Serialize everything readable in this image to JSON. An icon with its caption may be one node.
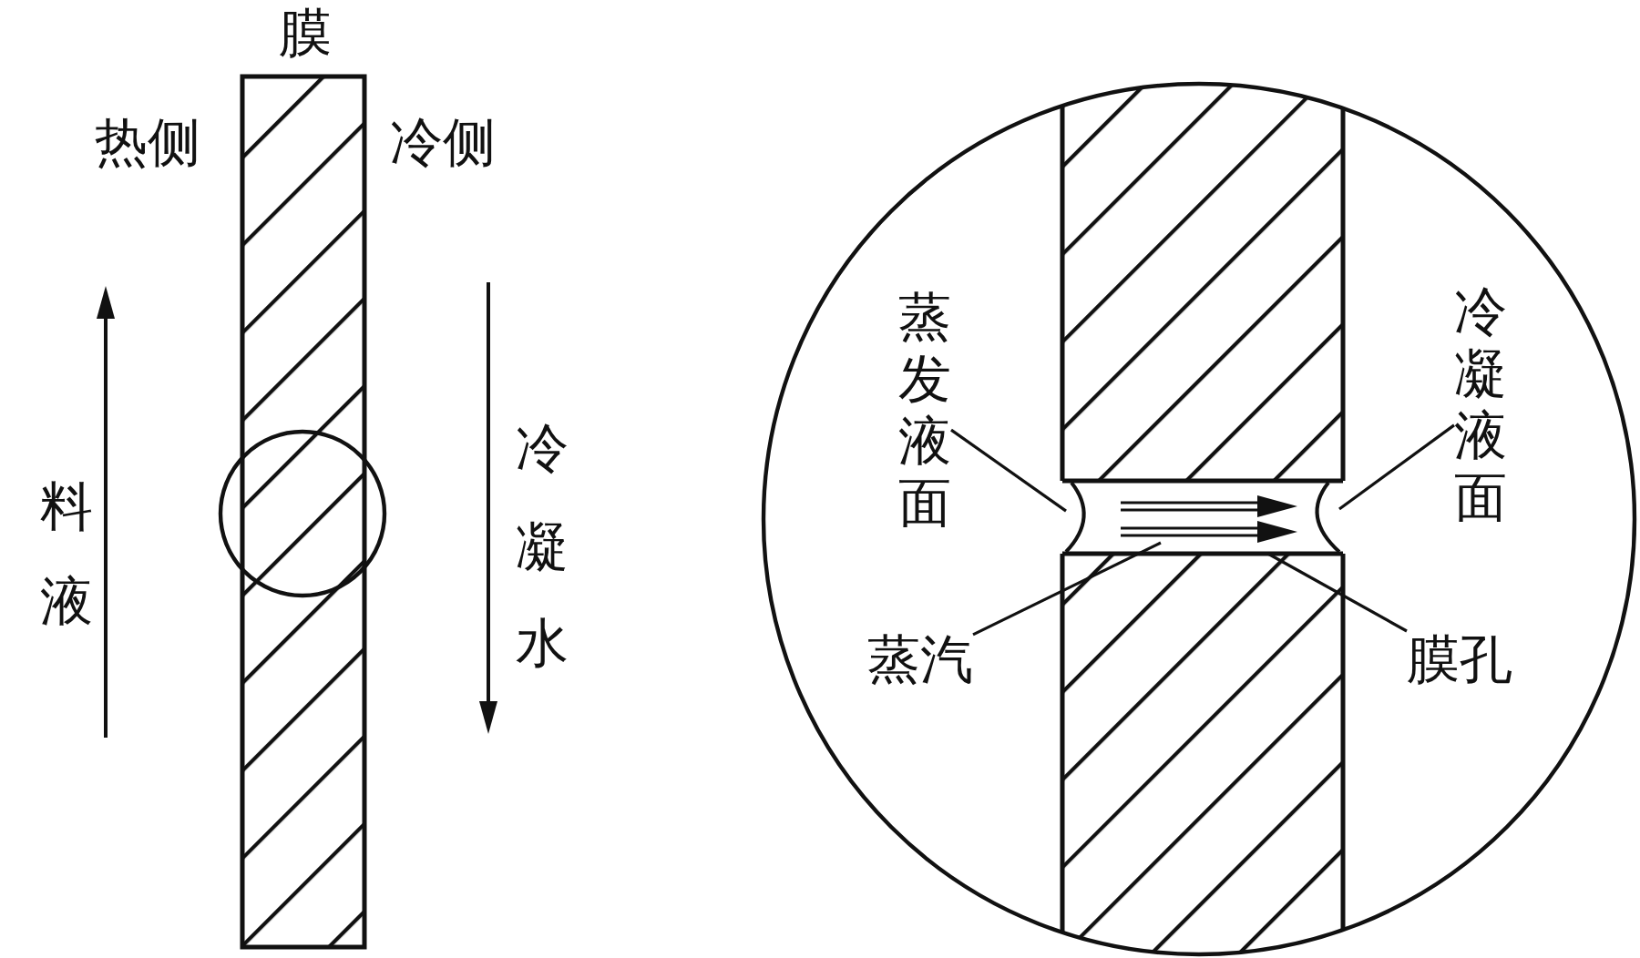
{
  "diagram": {
    "nodes": [
      {
        "text": [
          "膜"
        ],
        "beside": [
          "热侧",
          "冷侧"
        ]
      },
      {
        "text": [
          "蒸发液面"
        ]
      },
      {
        "text": [
          "冷凝液面"
        ]
      },
      {
        "text": [
          "蒸汽"
        ]
      },
      {
        "text": [
          "膜孔"
        ]
      },
      {
        "text": [],
        "shape": "box"
      },
      {
        "text": [],
        "shape": "arc",
        "in": 5
      },
      {
        "text": [],
        "shape": "arc",
        "in": 5
      },
      {
        "text": [],
        "shape": "arrow",
        "in": 5
      },
      {
        "text": [],
        "shape": "circle"
      }
    ],
    "edges": [
      {
        "from": 1,
        "to": 6,
        "arrow": "none"
      },
      {
        "from": 2,
        "to": 7,
        "arrow": "none"
      },
      {
        "from": 3,
        "to": 8,
        "arrow": "none"
      },
      {
        "from": 4,
        "to": 5,
        "arrow": "none"
      }
    ],
    "labels": [
      "料液",
      "冷凝水"
    ]
  }
}
